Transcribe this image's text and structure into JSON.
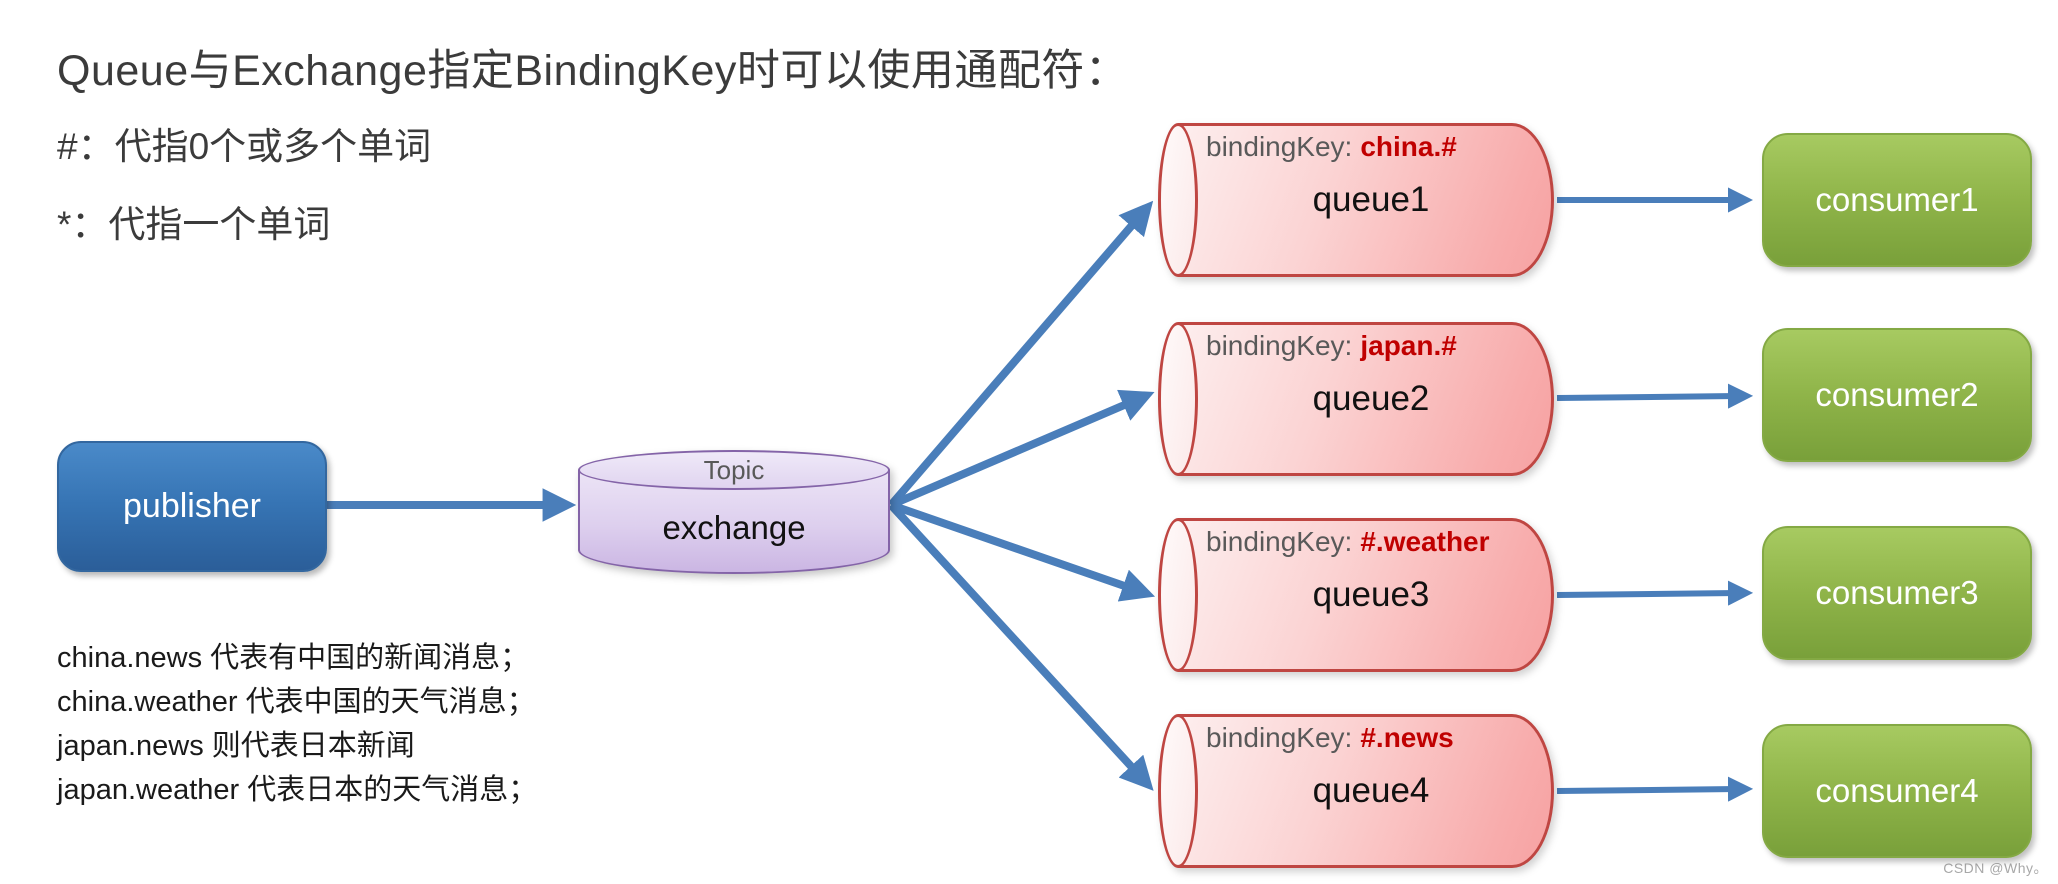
{
  "page": {
    "title": "Queue与Exchange指定BindingKey时可以使用通配符：",
    "wildcard_hash": "#：代指0个或多个单词",
    "wildcard_star": "*：代指一个单词",
    "notes": [
      "china.news 代表有中国的新闻消息；",
      "china.weather 代表中国的天气消息；",
      "japan.news 则代表日本新闻",
      "japan.weather 代表日本的天气消息；"
    ],
    "watermark": "CSDN @Why。"
  },
  "diagram": {
    "publisher": {
      "label": "publisher"
    },
    "exchange": {
      "type_label": "Topic",
      "label": "exchange"
    },
    "queues": [
      {
        "label": "queue1",
        "binding_key_label": "bindingKey:",
        "binding_key": "china.#"
      },
      {
        "label": "queue2",
        "binding_key_label": "bindingKey:",
        "binding_key": "japan.#"
      },
      {
        "label": "queue3",
        "binding_key_label": "bindingKey:",
        "binding_key": "#.weather"
      },
      {
        "label": "queue4",
        "binding_key_label": "bindingKey:",
        "binding_key": "#.news"
      }
    ],
    "consumers": [
      {
        "label": "consumer1"
      },
      {
        "label": "consumer2"
      },
      {
        "label": "consumer3"
      },
      {
        "label": "consumer4"
      }
    ],
    "edges": [
      {
        "from": "publisher",
        "to": "exchange"
      },
      {
        "from": "exchange",
        "to": "queue1"
      },
      {
        "from": "exchange",
        "to": "queue2"
      },
      {
        "from": "exchange",
        "to": "queue3"
      },
      {
        "from": "exchange",
        "to": "queue4"
      },
      {
        "from": "queue1",
        "to": "consumer1"
      },
      {
        "from": "queue2",
        "to": "consumer2"
      },
      {
        "from": "queue3",
        "to": "consumer3"
      },
      {
        "from": "queue4",
        "to": "consumer4"
      }
    ],
    "colors": {
      "publisher_blue": "#3674b4",
      "exchange_purple": "#ddcfee",
      "exchange_border": "#8464a8",
      "queue_pink": "#f8acac",
      "queue_border": "#bf4642",
      "binding_key_red": "#c00000",
      "consumer_green": "#8fb449",
      "arrow_blue": "#4a7eba"
    }
  }
}
